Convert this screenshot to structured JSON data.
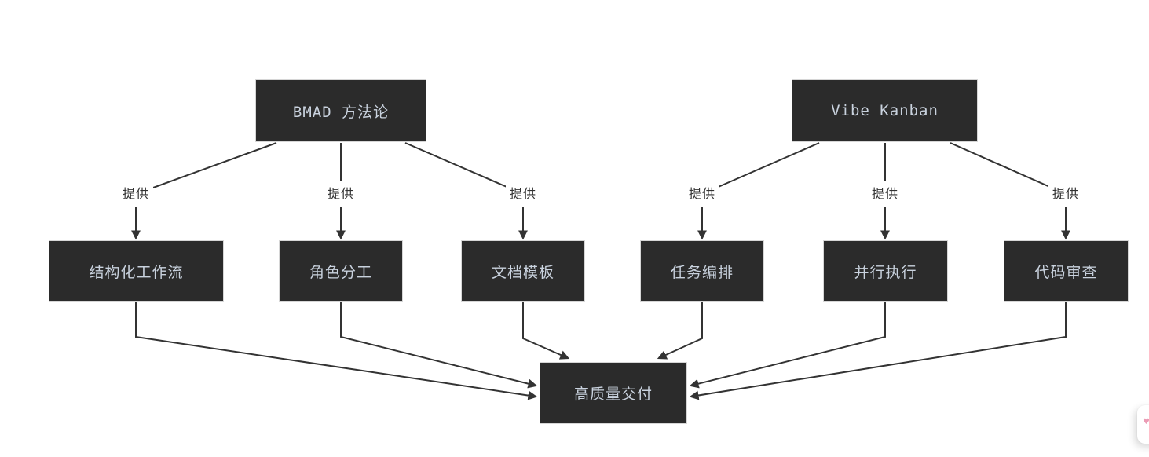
{
  "colors": {
    "canvas_background": "#ffffff",
    "node_fill": "#2b2b2b",
    "node_border": "#d6d6d6",
    "node_text": "#c9d2de",
    "edge_stroke": "#333333",
    "edge_label_text": "#333333",
    "floating_icon_pink": "#eb9cb5"
  },
  "diagram": {
    "type": "flowchart",
    "nodes": {
      "bmad": "BMAD 方法论",
      "vibe": "Vibe Kanban",
      "workflow": "结构化工作流",
      "roles": "角色分工",
      "doc_template": "文档模板",
      "tasks": "任务编排",
      "parallel": "并行执行",
      "review": "代码审查",
      "delivery": "高质量交付"
    },
    "edges": [
      {
        "from": "BMAD 方法论",
        "to": "结构化工作流",
        "label": "提供"
      },
      {
        "from": "BMAD 方法论",
        "to": "角色分工",
        "label": "提供"
      },
      {
        "from": "BMAD 方法论",
        "to": "文档模板",
        "label": "提供"
      },
      {
        "from": "Vibe Kanban",
        "to": "任务编排",
        "label": "提供"
      },
      {
        "from": "Vibe Kanban",
        "to": "并行执行",
        "label": "提供"
      },
      {
        "from": "Vibe Kanban",
        "to": "代码审查",
        "label": "提供"
      },
      {
        "from": "结构化工作流",
        "to": "高质量交付",
        "label": ""
      },
      {
        "from": "角色分工",
        "to": "高质量交付",
        "label": ""
      },
      {
        "from": "文档模板",
        "to": "高质量交付",
        "label": ""
      },
      {
        "from": "任务编排",
        "to": "高质量交付",
        "label": ""
      },
      {
        "from": "并行执行",
        "to": "高质量交付",
        "label": ""
      },
      {
        "from": "代码审查",
        "to": "高质量交付",
        "label": ""
      }
    ]
  },
  "floating_card": {
    "icon": "heart-icon"
  }
}
